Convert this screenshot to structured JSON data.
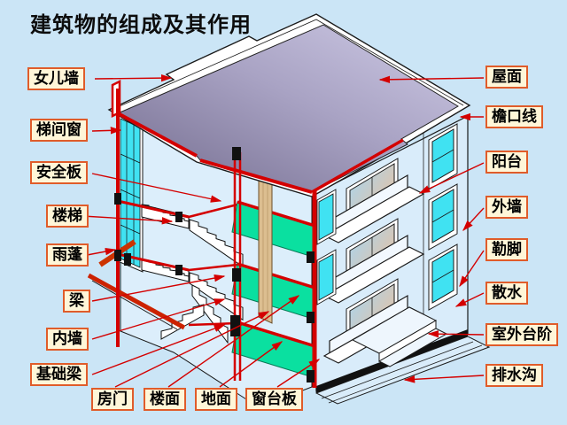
{
  "title": "建筑物的组成及其作用",
  "colors": {
    "background": "#cbe5f6",
    "label_bg": "#fff6d8",
    "label_border": "#e05c2a",
    "leader_red": "#d40000",
    "cut_red": "#d40000",
    "canopy_red": "#cc3300",
    "roof_purple_light": "#cfcbe6",
    "roof_purple_dark": "#716a8c",
    "floor_green": "#0ae0a0",
    "window_cyan": "#40e2f2",
    "window_warm": "#f2bd93",
    "column_tan": "#dcbe90",
    "plinth_black": "#111111",
    "wall_blue": "#d9ecfa"
  },
  "labels": {
    "left": [
      {
        "id": "parapet",
        "text": "女儿墙"
      },
      {
        "id": "stair-window",
        "text": "梯间窗"
      },
      {
        "id": "safety-board",
        "text": "安全板"
      },
      {
        "id": "staircase",
        "text": "楼梯"
      },
      {
        "id": "canopy",
        "text": "雨蓬"
      },
      {
        "id": "beam",
        "text": "梁"
      },
      {
        "id": "interior-wall",
        "text": "内墙"
      },
      {
        "id": "foundation-beam",
        "text": "基础梁"
      }
    ],
    "bottom": [
      {
        "id": "door",
        "text": "房门"
      },
      {
        "id": "floor-slab",
        "text": "楼面"
      },
      {
        "id": "ground-floor",
        "text": "地面"
      },
      {
        "id": "window-sill",
        "text": "窗台板"
      }
    ],
    "right": [
      {
        "id": "roof",
        "text": "屋面"
      },
      {
        "id": "cornice",
        "text": "檐口线"
      },
      {
        "id": "balcony",
        "text": "阳台"
      },
      {
        "id": "exterior-wall",
        "text": "外墙"
      },
      {
        "id": "plinth",
        "text": "勒脚"
      },
      {
        "id": "apron",
        "text": "散水"
      },
      {
        "id": "outdoor-steps",
        "text": "室外台阶"
      },
      {
        "id": "drain",
        "text": "排水沟"
      }
    ]
  }
}
